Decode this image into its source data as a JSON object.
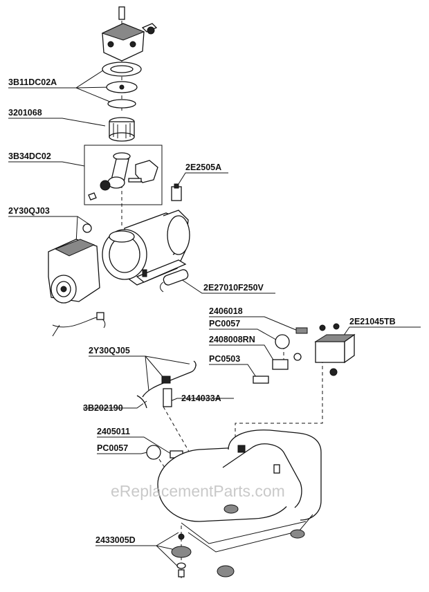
{
  "diagram": {
    "part_labels": {
      "head_gaskets": "3B11DC02A",
      "o_ring": "3201068",
      "piston_assembly": "3B34DC02",
      "switch": "2E2505A",
      "fan_cover": "2Y30QJ03",
      "capacitor": "2E27010F250V",
      "fitting_2406018": "2406018",
      "gauge_top": "PC0057",
      "regulator": "2408008RN",
      "coupler": "PC0503",
      "pressure_switch": "2E21045TB",
      "tube": "2Y30QJ05",
      "check_valve": "2414033A",
      "elbow": "3B202190",
      "safety_valve": "2405011",
      "gauge_tank": "PC0057",
      "rubber_foot": "2433005D"
    },
    "watermark": "eReplacementParts.com"
  }
}
